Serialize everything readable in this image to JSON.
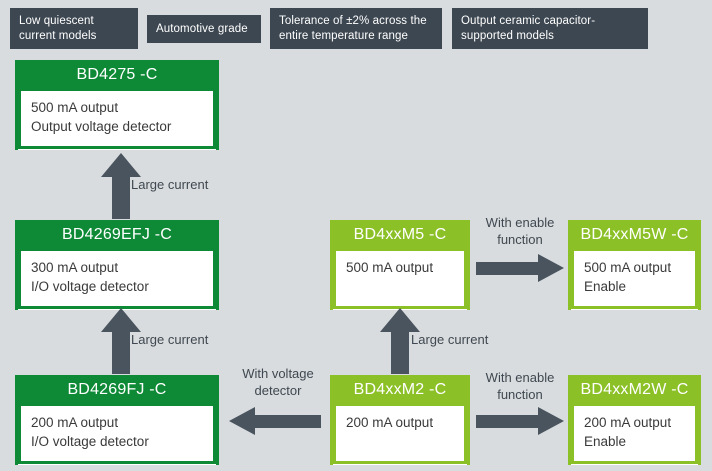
{
  "diagram": {
    "title": "LDO regulator product lineup diagram",
    "background_color": "#d8dcdf",
    "colors": {
      "tag_bg": "#3d4751",
      "green_header": "#0e8a37",
      "lime_header": "#8cc027",
      "arrow_gray": "#4a545e",
      "body_text": "#3a3a3a"
    },
    "feature_tags": [
      {
        "id": "tag-low-quiescent",
        "text": "Low quiescent\ncurrent models"
      },
      {
        "id": "tag-automotive-grade",
        "text": "Automotive grade"
      },
      {
        "id": "tag-tolerance",
        "text": "Tolerance of ±2% across the\nentire temperature range"
      },
      {
        "id": "tag-ceramic-cap",
        "text": "Output ceramic capacitor-\nsupported models"
      }
    ],
    "products": [
      {
        "id": "bd4275c",
        "title": "BD4275 -C",
        "lines": [
          "500 mA output",
          "Output voltage detector"
        ],
        "variant": "green"
      },
      {
        "id": "bd4269efjc",
        "title": "BD4269EFJ -C",
        "lines": [
          "300 mA output",
          "I/O voltage detector"
        ],
        "variant": "green"
      },
      {
        "id": "bd4269fjc",
        "title": "BD4269FJ -C",
        "lines": [
          "200 mA output",
          "I/O voltage detector"
        ],
        "variant": "green"
      },
      {
        "id": "bd4xxm5c",
        "title": "BD4xxM5 -C",
        "lines": [
          "500 mA output"
        ],
        "variant": "lime"
      },
      {
        "id": "bd4xxm5wc",
        "title": "BD4xxM5W -C",
        "lines": [
          "500 mA output",
          "Enable"
        ],
        "variant": "lime"
      },
      {
        "id": "bd4xxm2c",
        "title": "BD4xxM2 -C",
        "lines": [
          "200 mA output"
        ],
        "variant": "lime"
      },
      {
        "id": "bd4xxm2wc",
        "title": "BD4xxM2W -C",
        "lines": [
          "200 mA output",
          "Enable"
        ],
        "variant": "lime"
      }
    ],
    "arrow_labels": [
      {
        "id": "label-large-current-top-left",
        "text": "Large current"
      },
      {
        "id": "label-large-current-bottom-left",
        "text": "Large current"
      },
      {
        "id": "label-large-current-middle",
        "text": "Large current"
      },
      {
        "id": "label-with-voltage-detector",
        "text": "With voltage\ndetector"
      },
      {
        "id": "label-with-enable-top",
        "text": "With enable\nfunction"
      },
      {
        "id": "label-with-enable-bottom",
        "text": "With enable\nfunction"
      }
    ],
    "arrows": [
      {
        "id": "arrow-up-bd4269efj-to-bd4275",
        "direction": "up"
      },
      {
        "id": "arrow-up-bd4269fj-to-bd4269efj",
        "direction": "up"
      },
      {
        "id": "arrow-up-bd4xxm2-to-bd4xxm5",
        "direction": "up"
      },
      {
        "id": "arrow-left-bd4xxm2-to-bd4269fj",
        "direction": "left"
      },
      {
        "id": "arrow-right-bd4xxm5-to-bd4xxm5w",
        "direction": "right"
      },
      {
        "id": "arrow-right-bd4xxm2-to-bd4xxm2w",
        "direction": "right"
      }
    ]
  }
}
